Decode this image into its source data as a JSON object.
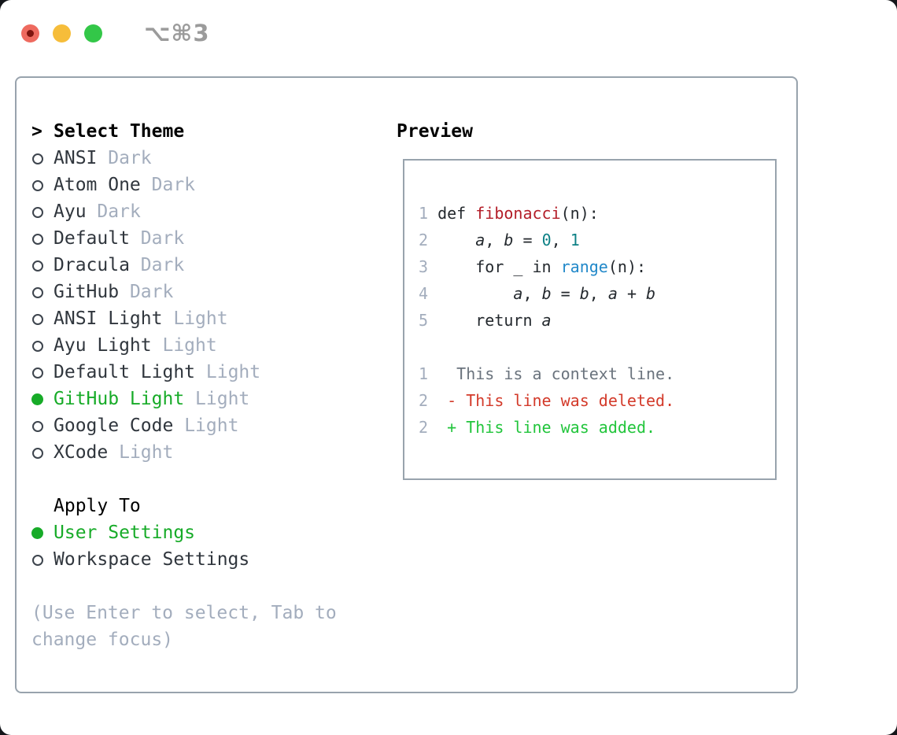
{
  "window": {
    "hotkey_label": "⌥⌘3",
    "traffic_lights": [
      "close",
      "minimize",
      "zoom"
    ]
  },
  "theme_picker": {
    "prompt": ">",
    "title": "Select Theme",
    "items": [
      {
        "name": "ANSI",
        "variant": "Dark",
        "selected": false
      },
      {
        "name": "Atom One",
        "variant": "Dark",
        "selected": false
      },
      {
        "name": "Ayu",
        "variant": "Dark",
        "selected": false
      },
      {
        "name": "Default",
        "variant": "Dark",
        "selected": false
      },
      {
        "name": "Dracula",
        "variant": "Dark",
        "selected": false
      },
      {
        "name": "GitHub",
        "variant": "Dark",
        "selected": false
      },
      {
        "name": "ANSI Light",
        "variant": "Light",
        "selected": false
      },
      {
        "name": "Ayu Light",
        "variant": "Light",
        "selected": false
      },
      {
        "name": "Default Light",
        "variant": "Light",
        "selected": false
      },
      {
        "name": "GitHub Light",
        "variant": "Light",
        "selected": true
      },
      {
        "name": "Google Code",
        "variant": "Light",
        "selected": false
      },
      {
        "name": "XCode",
        "variant": "Light",
        "selected": false
      }
    ],
    "apply_to": {
      "title": "Apply To",
      "options": [
        {
          "label": "User Settings",
          "selected": true
        },
        {
          "label": "Workspace Settings",
          "selected": false
        }
      ]
    },
    "hint": "(Use Enter to select, Tab to change focus)"
  },
  "preview": {
    "title": "Preview",
    "lines": [
      [],
      [
        {
          "t": "1 ",
          "c": "num"
        },
        {
          "t": "def ",
          "c": "plain"
        },
        {
          "t": "fibonacci",
          "c": "func"
        },
        {
          "t": "(n):",
          "c": "plain"
        }
      ],
      [
        {
          "t": "2 ",
          "c": "num"
        },
        {
          "t": "    ",
          "c": "plain"
        },
        {
          "t": "a",
          "c": "var"
        },
        {
          "t": ", ",
          "c": "plain"
        },
        {
          "t": "b",
          "c": "var"
        },
        {
          "t": " = ",
          "c": "plain"
        },
        {
          "t": "0",
          "c": "lit"
        },
        {
          "t": ", ",
          "c": "plain"
        },
        {
          "t": "1",
          "c": "lit"
        }
      ],
      [
        {
          "t": "3 ",
          "c": "num"
        },
        {
          "t": "    for _ in ",
          "c": "plain"
        },
        {
          "t": "range",
          "c": "builtin"
        },
        {
          "t": "(n):",
          "c": "plain"
        }
      ],
      [
        {
          "t": "4 ",
          "c": "num"
        },
        {
          "t": "        ",
          "c": "plain"
        },
        {
          "t": "a",
          "c": "var"
        },
        {
          "t": ", ",
          "c": "plain"
        },
        {
          "t": "b",
          "c": "var"
        },
        {
          "t": " = ",
          "c": "plain"
        },
        {
          "t": "b",
          "c": "var"
        },
        {
          "t": ", ",
          "c": "plain"
        },
        {
          "t": "a",
          "c": "var"
        },
        {
          "t": " + ",
          "c": "plain"
        },
        {
          "t": "b",
          "c": "var"
        }
      ],
      [
        {
          "t": "5 ",
          "c": "num"
        },
        {
          "t": "    return ",
          "c": "plain"
        },
        {
          "t": "a",
          "c": "var"
        }
      ],
      [],
      [
        {
          "t": "1 ",
          "c": "num"
        },
        {
          "t": "  This is a context line.",
          "c": "ctx"
        }
      ],
      [
        {
          "t": "2 ",
          "c": "num"
        },
        {
          "t": " ",
          "c": "plain"
        },
        {
          "t": "- This line was deleted.",
          "c": "del"
        }
      ],
      [
        {
          "t": "2 ",
          "c": "num"
        },
        {
          "t": " ",
          "c": "plain"
        },
        {
          "t": "+ This line was added.",
          "c": "add"
        }
      ]
    ]
  },
  "colors": {
    "accent_green": "#17ab28",
    "panel_border": "#98a3ad",
    "item_text": "#30363d",
    "muted_text": "#a3adbd",
    "traffic_red": "#ee6a5f",
    "traffic_yellow": "#f6bd3a",
    "traffic_green": "#33c748",
    "code_plain": "#24292e",
    "code_function": "#b31d28",
    "code_number_literal": "#0e8186",
    "code_builtin": "#2188c9",
    "diff_context": "#6a737d",
    "diff_deleted": "#d33a2a",
    "diff_added": "#22c53c"
  }
}
